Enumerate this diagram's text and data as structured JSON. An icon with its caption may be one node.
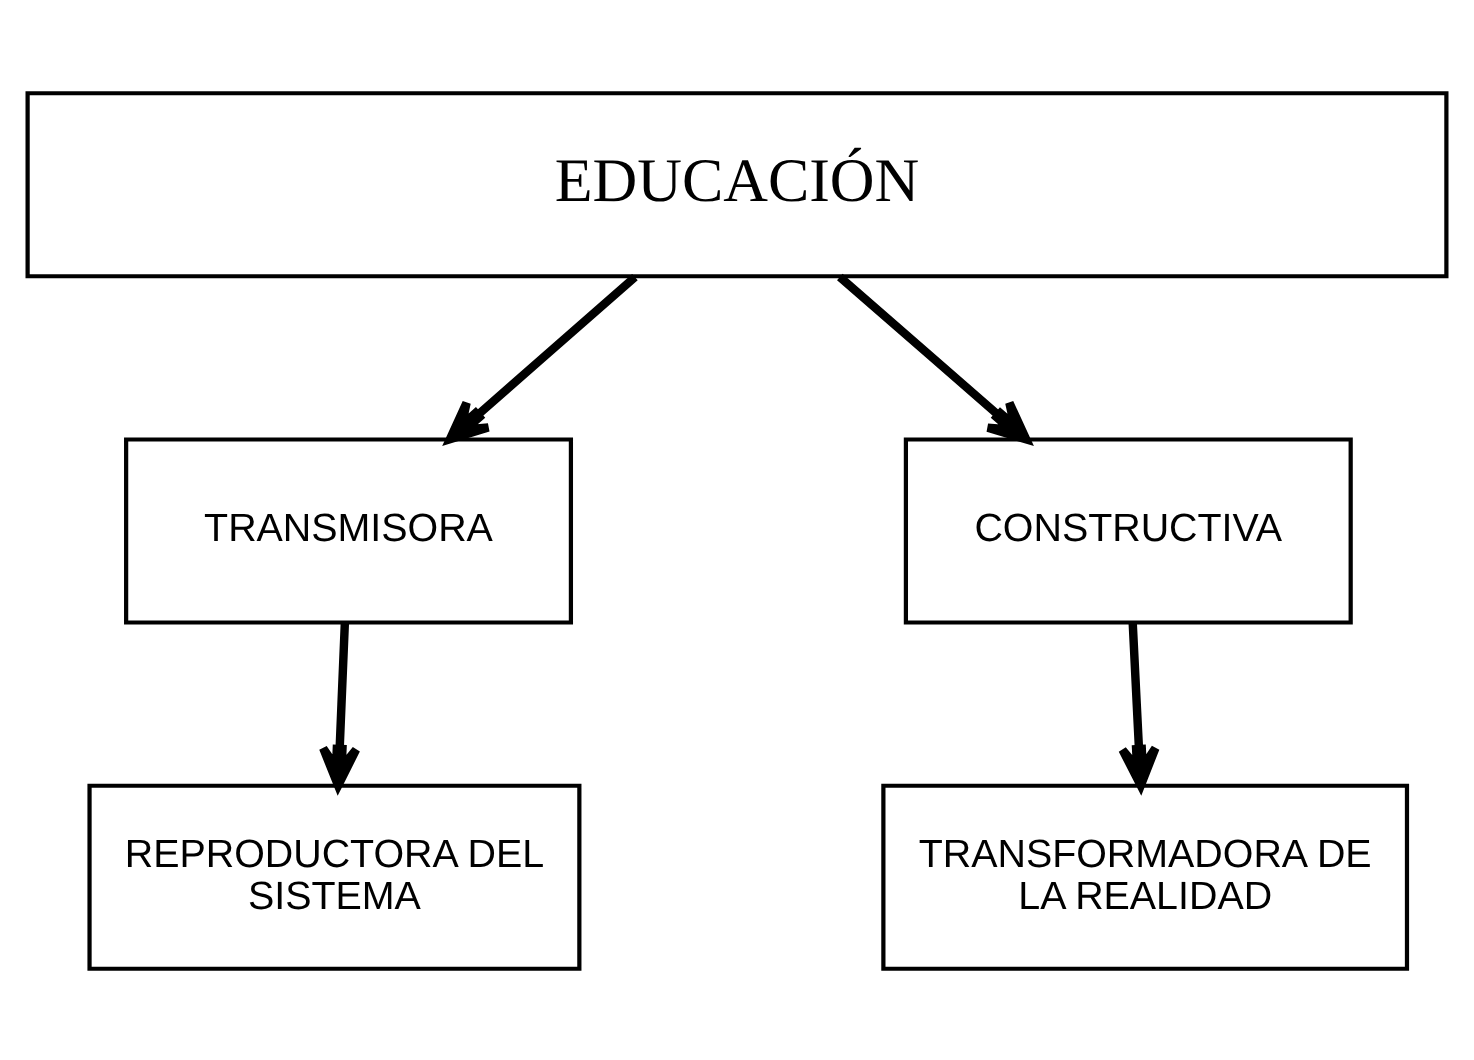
{
  "diagram": {
    "nodes": [
      {
        "text": [
          "EDUCACIÓN"
        ]
      },
      {
        "text": [
          "TRANSMISORA"
        ]
      },
      {
        "text": [
          "CONSTRUCTIVA"
        ]
      },
      {
        "text": [
          "REPRODUCTORA DEL SISTEMA"
        ]
      },
      {
        "text": [
          "TRANSFORMADORA DE LA REALIDAD"
        ]
      }
    ],
    "edges": [
      {
        "from": 0,
        "to": 1,
        "arrow": "to"
      },
      {
        "from": 0,
        "to": 2,
        "arrow": "to"
      },
      {
        "from": 1,
        "to": 3,
        "arrow": "to"
      },
      {
        "from": 2,
        "to": 4,
        "arrow": "to"
      }
    ]
  }
}
